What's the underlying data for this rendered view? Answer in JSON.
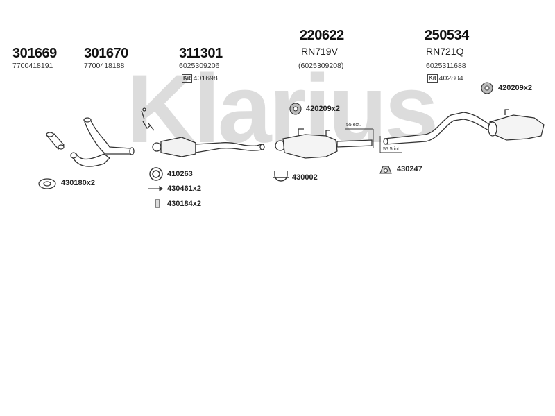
{
  "watermark": "Klarius",
  "parts": [
    {
      "part_no": "301669",
      "oem": "7700418191"
    },
    {
      "part_no": "301670",
      "oem": "7700418188"
    },
    {
      "part_no": "311301",
      "oem": "6025309206",
      "kit": "401698"
    },
    {
      "part_no": "220622",
      "variant": "RN719V",
      "oem": "(6025309208)"
    },
    {
      "part_no": "250534",
      "variant": "RN721Q",
      "oem": "6025311688",
      "kit": "402804"
    }
  ],
  "kit_badge": "Kit",
  "accessories": [
    {
      "code": "430180x2"
    },
    {
      "code": "410263"
    },
    {
      "code": "430461x2"
    },
    {
      "code": "430184x2"
    },
    {
      "code": "430002"
    },
    {
      "code": "420209x2"
    },
    {
      "code": "430247"
    },
    {
      "code": "420209x2"
    }
  ],
  "dimensions": {
    "ext": "55 ext.",
    "int": "55.5 int."
  }
}
